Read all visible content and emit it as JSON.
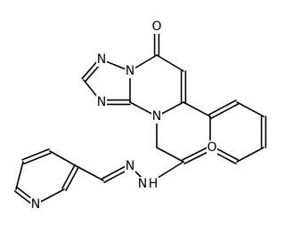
{
  "molecule": {
    "atoms": [
      {
        "id": "O1",
        "label": "O"
      },
      {
        "id": "N1",
        "label": "N"
      },
      {
        "id": "N2",
        "label": "N"
      },
      {
        "id": "N3",
        "label": "N"
      },
      {
        "id": "N4",
        "label": "N"
      },
      {
        "id": "NH",
        "label": "N"
      },
      {
        "id": "H1",
        "label": "H"
      },
      {
        "id": "N6",
        "label": "N"
      },
      {
        "id": "O2",
        "label": "O"
      },
      {
        "id": "N7",
        "label": "N"
      }
    ],
    "bond_colour": "#000000",
    "label_colour": "#000000"
  }
}
